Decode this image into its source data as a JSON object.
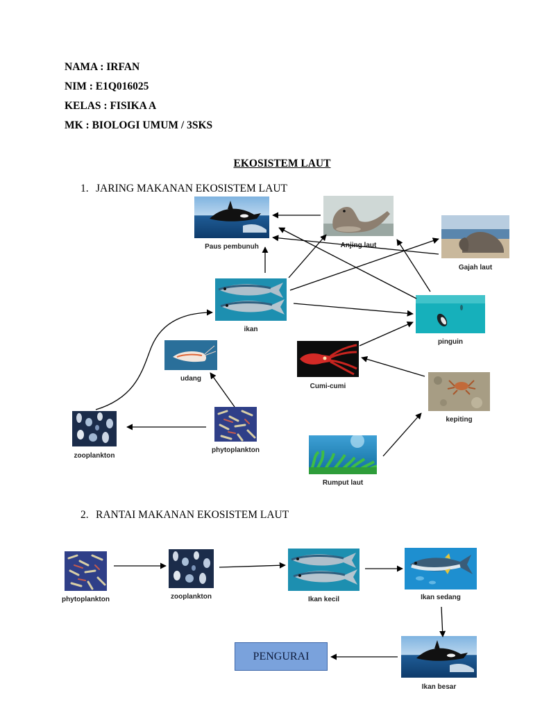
{
  "header": {
    "nama": "NAMA : IRFAN",
    "nim": "NIM : E1Q016025",
    "kelas": "KELAS : FISIKA A",
    "mk": "MK : BIOLOGI UMUM / 3SKS"
  },
  "title": "EKOSISTEM LAUT",
  "sections": [
    {
      "num": "1.",
      "text": "JARING MAKANAN EKOSISTEM LAUT"
    },
    {
      "num": "2.",
      "text": "RANTAI MAKANAN EKOSISTEM LAUT"
    }
  ],
  "food_web": {
    "paus": "Paus pembunuh",
    "anjing": "Anjing laut",
    "gajah": "Gajah laut",
    "ikan": "ikan",
    "pinguin": "pinguin",
    "udang": "udang",
    "cumi": "Cumi-cumi",
    "kepiting": "kepiting",
    "zoo": "zooplankton",
    "phyto": "phytoplankton",
    "rumput": "Rumput laut"
  },
  "food_chain": {
    "phyto": "phytoplankton",
    "zoo": "zooplankton",
    "kecil": "Ikan kecil",
    "sedang": "Ikan sedang",
    "besar": "Ikan besar",
    "pengurai": "PENGURAI"
  }
}
